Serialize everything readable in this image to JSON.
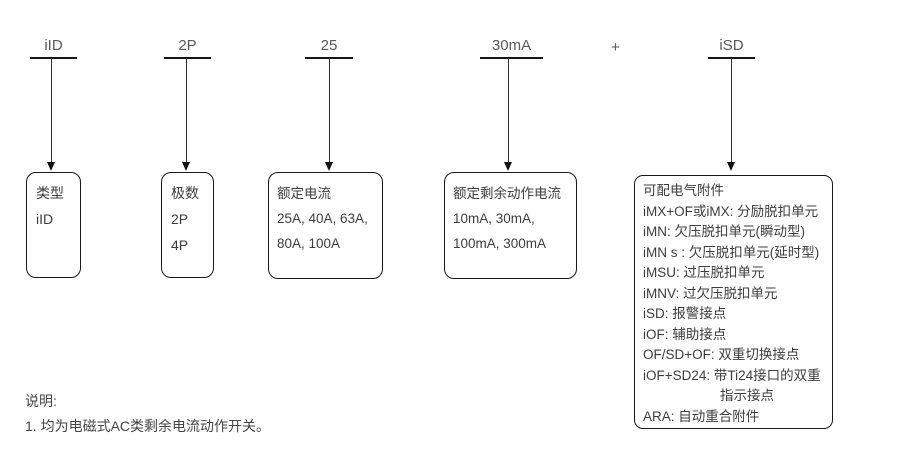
{
  "diagram_type": "product-code-breakdown",
  "plus_sign": "+",
  "parts": [
    {
      "code": "iID",
      "box_lines": [
        "类型",
        "iID"
      ]
    },
    {
      "code": "2P",
      "box_lines": [
        "极数",
        "2P",
        "4P"
      ]
    },
    {
      "code": "25",
      "box_lines": [
        "额定电流",
        "25A, 40A, 63A,",
        "80A, 100A"
      ]
    },
    {
      "code": "30mA",
      "box_lines": [
        "额定剩余动作电流",
        "10mA, 30mA,",
        "100mA, 300mA"
      ]
    },
    {
      "code": "iSD",
      "box_lines": [
        "可配电气附件",
        "iMX+OF或iMX: 分励脱扣单元",
        "iMN: 欠压脱扣单元(瞬动型)",
        "iMN s : 欠压脱扣单元(延时型)",
        "iMSU: 过压脱扣单元",
        "iMNV: 过欠压脱扣单元",
        "iSD: 报警接点",
        "iOF: 辅助接点",
        "OF/SD+OF: 双重切换接点",
        "iOF+SD24: 带Ti24接口的双重",
        "指示接点",
        "ARA: 自动重合附件"
      ]
    }
  ],
  "notes": {
    "title": "说明:",
    "item1": "1. 均为电磁式AC类剩余电流动作开关。"
  },
  "colors": {
    "background": "#ffffff",
    "box_border": "#191919",
    "connector_line": "#2e2e2e",
    "code_label_text": "#595959",
    "box_text": "#3d3d3d"
  }
}
